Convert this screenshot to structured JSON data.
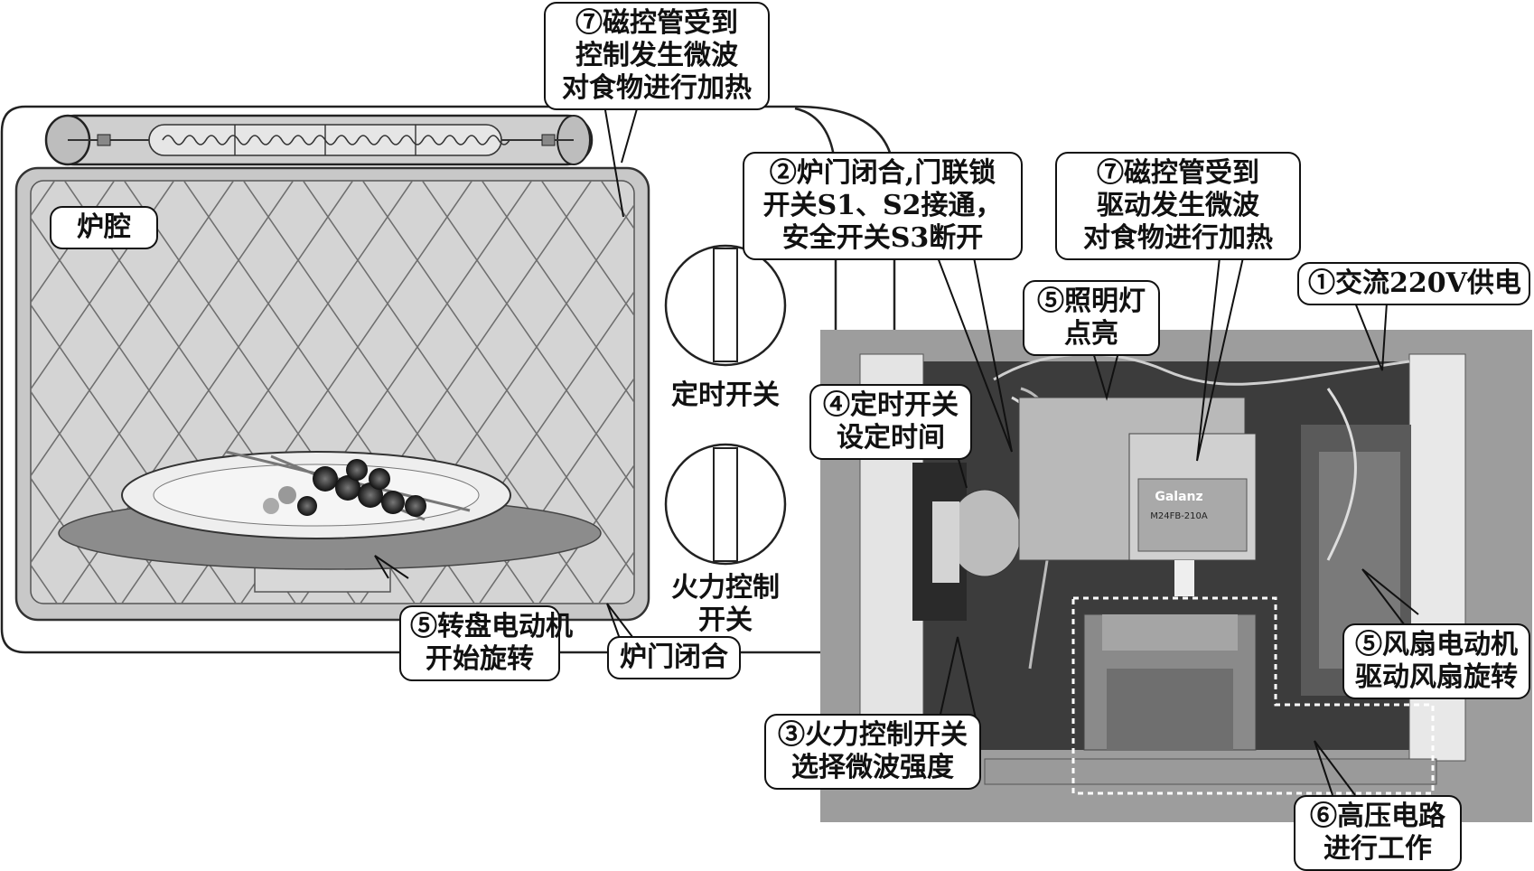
{
  "callouts": {
    "magnetron_left": [
      "⑦磁控管受到",
      "控制发生微波",
      "对食物进行加热"
    ],
    "cavity": [
      "炉腔"
    ],
    "turntable_motor": [
      "⑤转盘电动机",
      "开始旋转"
    ],
    "door_closed": [
      "炉门闭合"
    ],
    "door_interlock": [
      "②炉门闭合,门联锁",
      "开关S1、S2接通，",
      "安全开关S3断开"
    ],
    "magnetron_right": [
      "⑦磁控管受到",
      "驱动发生微波",
      "对食物进行加热"
    ],
    "ac_power": [
      "①交流220V供电"
    ],
    "lamp": [
      "⑤照明灯",
      "点亮"
    ],
    "timer_set": [
      "④定时开关",
      "设定时间"
    ],
    "fan_motor": [
      "⑤风扇电动机",
      "驱动风扇旋转"
    ],
    "power_select": [
      "③火力控制开关",
      "选择微波强度"
    ],
    "hv_circuit": [
      "⑥高压电路",
      "进行工作"
    ]
  },
  "labels": {
    "timer_switch": "定时开关",
    "power_switch": [
      "火力控制",
      "开关"
    ]
  },
  "photo": {
    "magnetron_brand": "Galanz",
    "magnetron_model": "M24FB-210A"
  }
}
